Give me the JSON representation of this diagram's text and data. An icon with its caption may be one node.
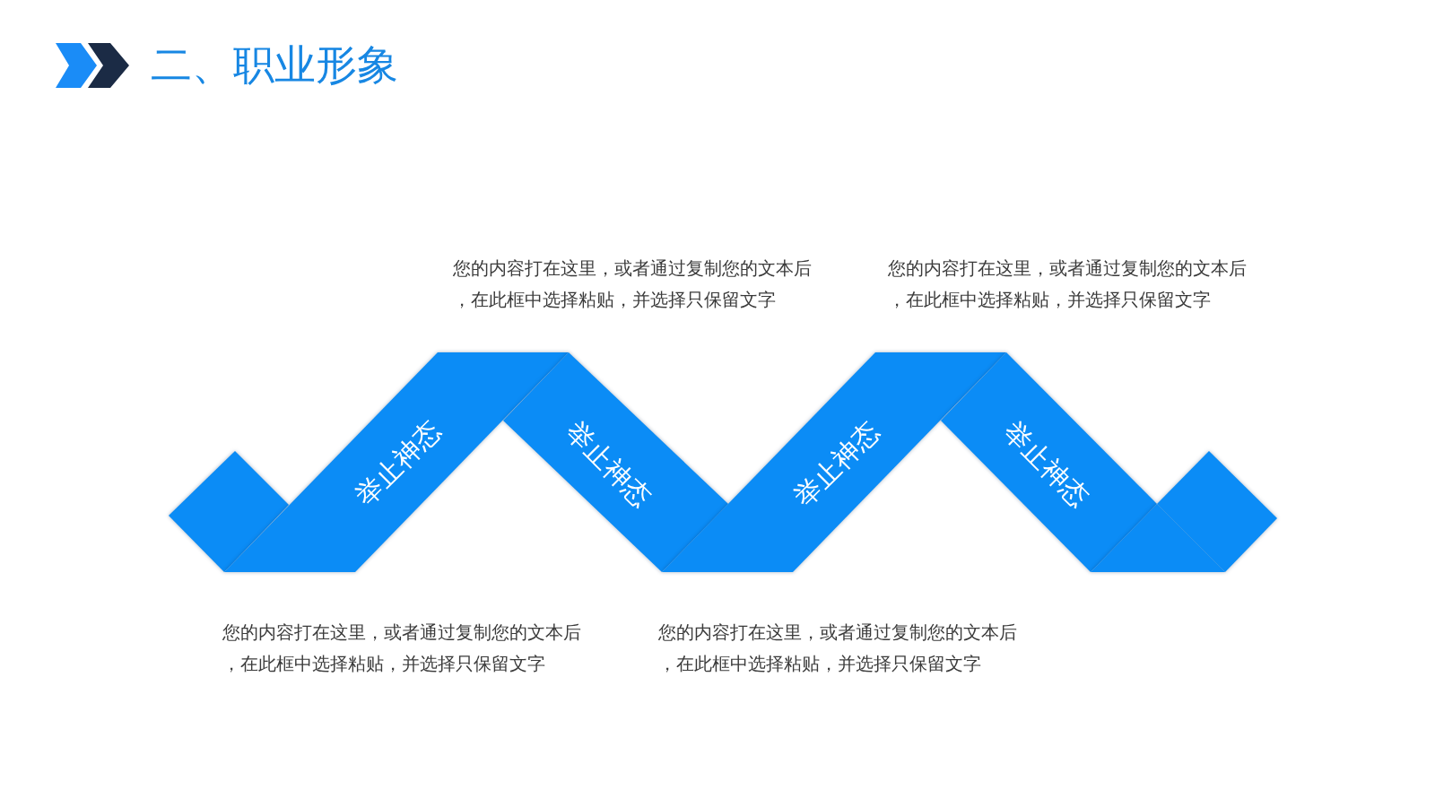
{
  "diagram": {
    "title": "二、职业形象",
    "nodes": [
      {
        "text": [],
        "shape": "diamond"
      },
      {
        "text": [
          "举止神态"
        ]
      },
      {
        "text": [
          "举止神态"
        ]
      },
      {
        "text": [
          "举止神态"
        ]
      },
      {
        "text": [
          "举止神态"
        ]
      },
      {
        "text": [],
        "shape": "diamond"
      }
    ],
    "labels": [
      "您的内容打在这里，或者通过复制您的文本后，在此框中选择粘贴，并选择只保留文字",
      "您的内容打在这里，或者通过复制您的文本后，在此框中选择粘贴，并选择只保留文字",
      "您的内容打在这里，或者通过复制您的文本后，在此框中选择粘贴，并选择只保留文字",
      "您的内容打在这里，或者通过复制您的文本后，在此框中选择粘贴，并选择只保留文字"
    ]
  }
}
